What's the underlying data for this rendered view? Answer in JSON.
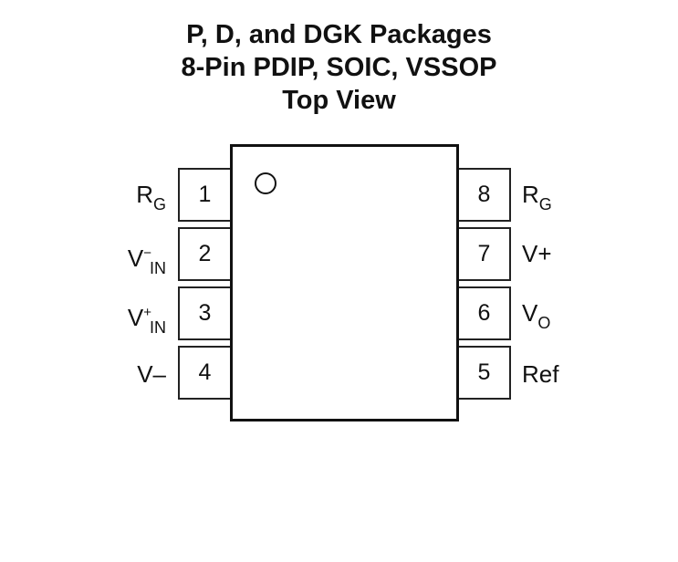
{
  "title": {
    "line1": "P, D, and DGK Packages",
    "line2": "8-Pin PDIP, SOIC, VSSOP",
    "line3": "Top View"
  },
  "pins": {
    "p1": {
      "num": "1",
      "name": "R",
      "sub": "G"
    },
    "p2": {
      "num": "2",
      "name": "V",
      "sup": "−",
      "sub": "IN"
    },
    "p3": {
      "num": "3",
      "name": "V",
      "sup": "+",
      "sub": "IN"
    },
    "p4": {
      "num": "4",
      "name": "V–"
    },
    "p5": {
      "num": "5",
      "name": "Ref"
    },
    "p6": {
      "num": "6",
      "name": "V",
      "sub": "O"
    },
    "p7": {
      "num": "7",
      "name": "V+"
    },
    "p8": {
      "num": "8",
      "name": "R",
      "sub": "G"
    }
  }
}
